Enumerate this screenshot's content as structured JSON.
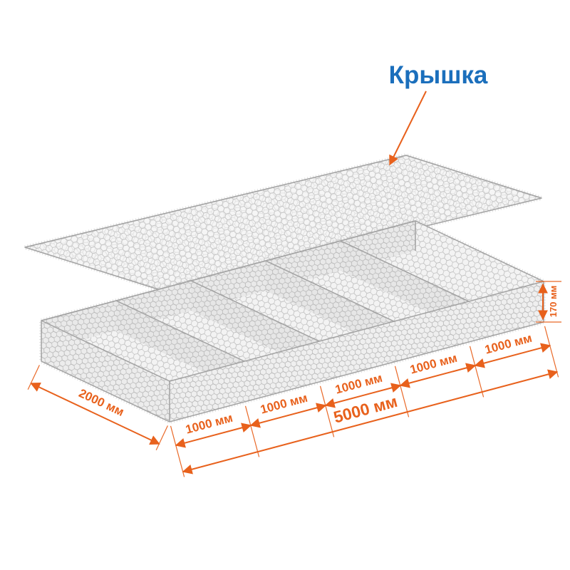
{
  "lid": {
    "label": "Крышка"
  },
  "dimensions": {
    "width_label": "2000 мм",
    "total_length_label": "5000 мм",
    "height_label": "170 мм",
    "segment_labels": [
      "1000 мм",
      "1000 мм",
      "1000 мм",
      "1000 мм",
      "1000 мм"
    ]
  },
  "colors": {
    "dimension_orange": "#E8611C",
    "label_blue": "#1B6FBC",
    "mesh_gray": "#BDBDBD",
    "background": "#FFFFFF"
  }
}
